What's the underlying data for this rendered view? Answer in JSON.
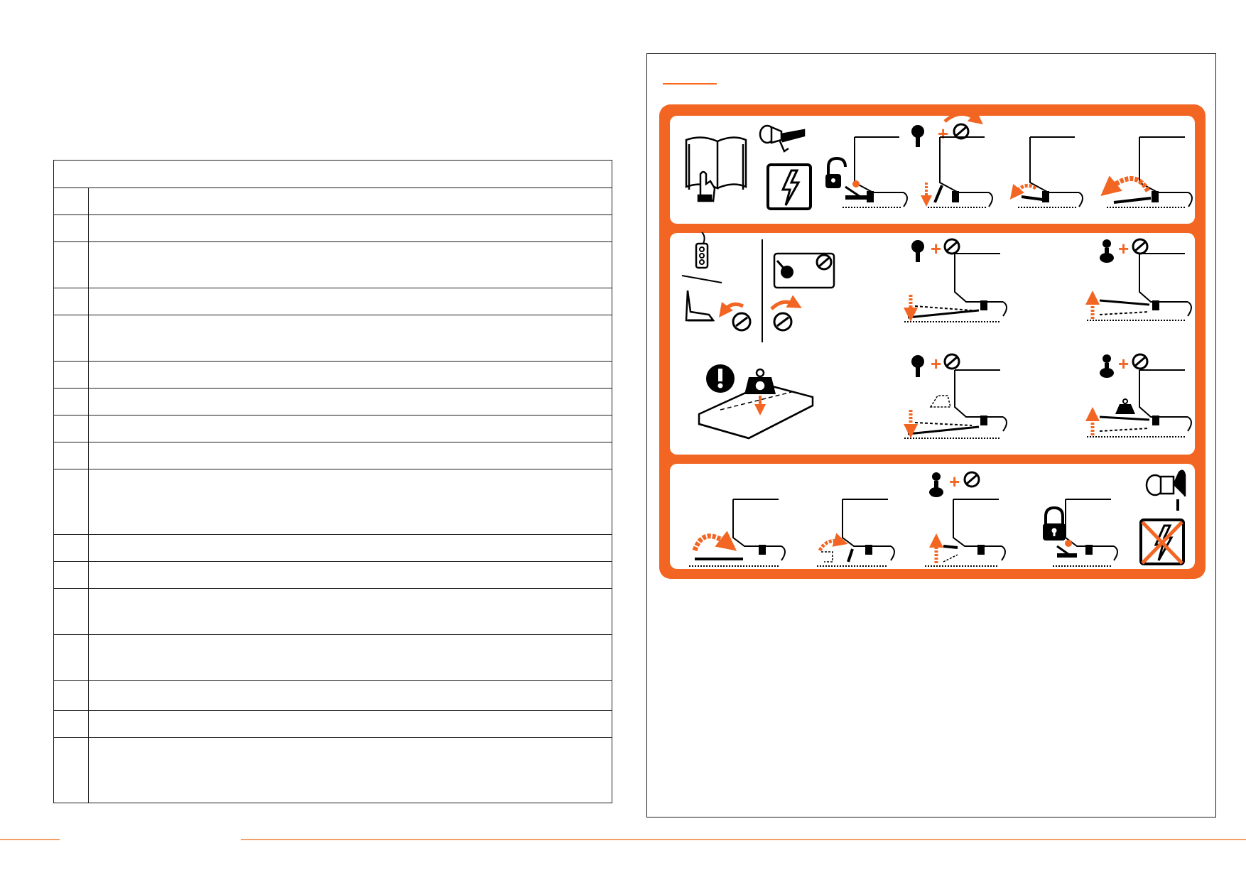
{
  "colors": {
    "accent": "#f26522",
    "ink": "#000000",
    "rule": "#f4a06a"
  },
  "table": {
    "header": "",
    "rows": [
      {
        "num": "",
        "text": "",
        "height": 38
      },
      {
        "num": "",
        "text": "",
        "height": 38
      },
      {
        "num": "",
        "text": "",
        "height": 65
      },
      {
        "num": "",
        "text": "",
        "height": 38
      },
      {
        "num": "",
        "text": "",
        "height": 65
      },
      {
        "num": "",
        "text": "",
        "height": 38
      },
      {
        "num": "",
        "text": "",
        "height": 38
      },
      {
        "num": "",
        "text": "",
        "height": 38
      },
      {
        "num": "",
        "text": "",
        "height": 38
      },
      {
        "num": "",
        "text": "",
        "height": 92
      },
      {
        "num": "",
        "text": "",
        "height": 38
      },
      {
        "num": "",
        "text": "",
        "height": 38
      },
      {
        "num": "",
        "text": "",
        "height": 65
      },
      {
        "num": "",
        "text": "",
        "height": 65
      },
      {
        "num": "",
        "text": "",
        "height": 42
      },
      {
        "num": "",
        "text": "",
        "height": 38
      },
      {
        "num": "",
        "text": "",
        "height": 92
      }
    ]
  },
  "decal": {
    "icons": [
      "manual-book-icon",
      "key-switch-icon",
      "power-on-icon",
      "unlock-icon",
      "dock-step-lower-icon",
      "dock-step-lip-out-icon",
      "dock-step-lip-fold-icon",
      "control-box-icon",
      "foot-pedal-icon",
      "control-panel-icon",
      "dock-lower-icon",
      "dock-raise-icon",
      "warning-icon",
      "weight-load-icon",
      "dock-lower-loaded-icon",
      "dock-raise-loaded-icon",
      "dock-lip-retract-icon",
      "dock-lip-stow-icon",
      "dock-stow-raise-icon",
      "lock-icon",
      "key-off-icon",
      "power-off-icon"
    ]
  }
}
